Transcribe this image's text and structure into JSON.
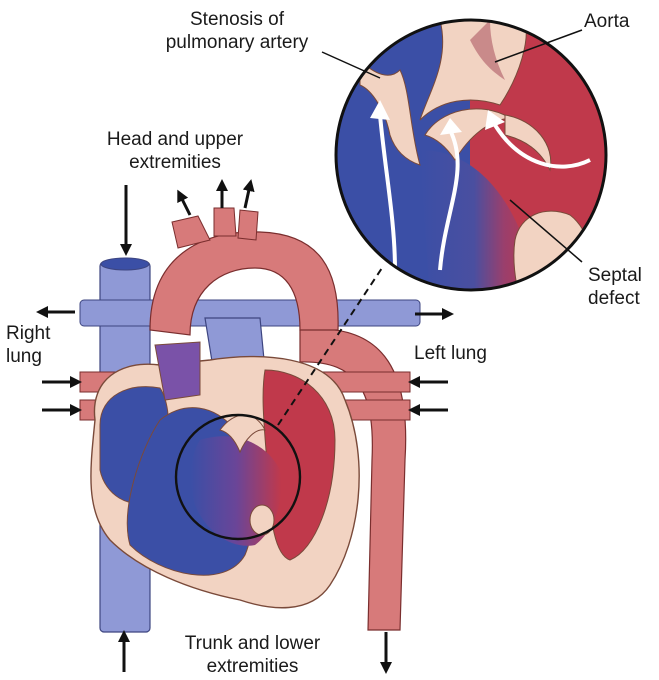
{
  "labels": {
    "stenosis_line1": "Stenosis of",
    "stenosis_line2": "pulmonary artery",
    "aorta": "Aorta",
    "head_line1": "Head and upper",
    "head_line2": "extremities",
    "right_lung_line1": "Right",
    "right_lung_line2": "lung",
    "left_lung": "Left lung",
    "septal_line1": "Septal",
    "septal_line2": "defect",
    "trunk_line1": "Trunk and lower",
    "trunk_line2": "extremities"
  },
  "colors": {
    "deoxygenated": "#3b4fa6",
    "oxygenated": "#c0394b",
    "vessel_blue": "#8f99d6",
    "vessel_red": "#d77a7a",
    "tissue": "#f2d3c2",
    "outline": "#1a1a1a"
  }
}
